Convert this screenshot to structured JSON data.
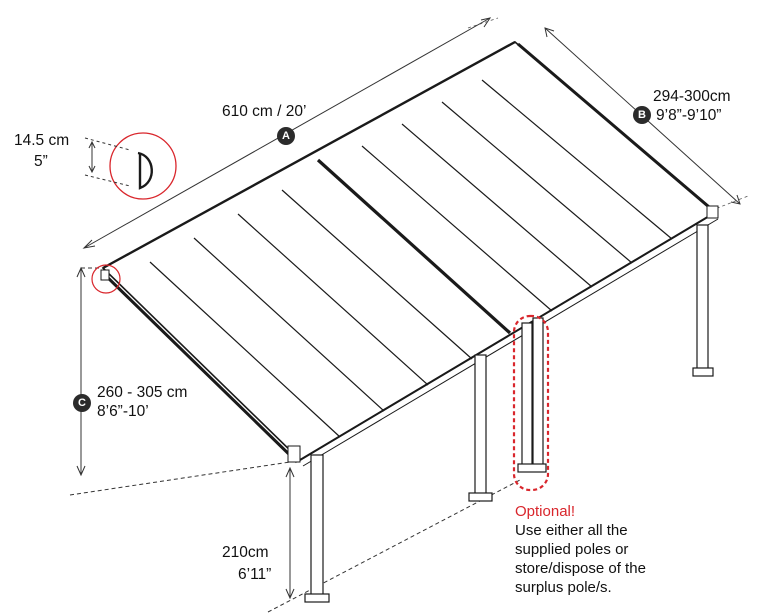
{
  "dimensions": {
    "length": {
      "badge": "A",
      "metric": "610 cm / 20’"
    },
    "width": {
      "badge": "B",
      "metric": "294-300cm",
      "imperial": "9’8”-9’10”"
    },
    "height": {
      "badge": "C",
      "metric": "260 - 305 cm",
      "imperial": "8’6”-10’"
    },
    "post_height": {
      "metric": "210cm",
      "imperial": "6’11”"
    },
    "gutter": {
      "metric": "14.5 cm",
      "imperial": "5”"
    }
  },
  "note": {
    "title": "Optional!",
    "lines": [
      "Use either all the",
      "supplied poles or",
      "store/dispose of the",
      "surplus pole/s."
    ]
  },
  "colors": {
    "accent": "#d9262c",
    "line": "#1a1a1a",
    "badge": "#2b2b2b"
  }
}
